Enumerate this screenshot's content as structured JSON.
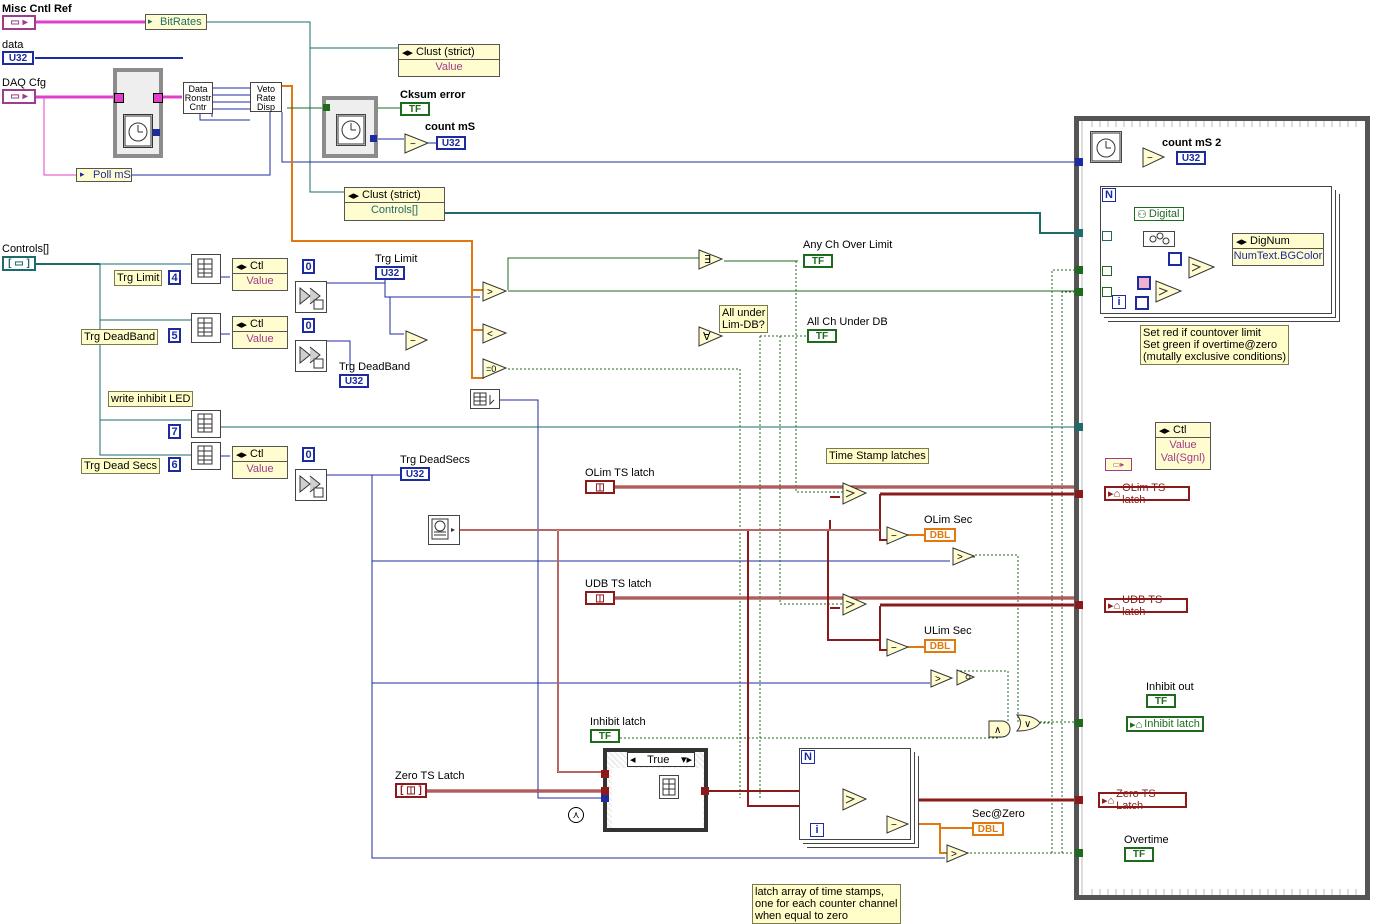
{
  "controls": {
    "misc_cntl_ref": "Misc Cntl Ref",
    "data": "data",
    "daq_cfg": "DAQ Cfg",
    "controls_arr": "Controls[]"
  },
  "types": {
    "u32": "U32",
    "tf": "TF",
    "dbl": "DBL"
  },
  "nodes": {
    "bitrates": "BitRates",
    "data_ronstr_cntr": "Data\nRonstr\nCntr",
    "veto_rate_disp": "Veto\nRate\nDisp",
    "poll_ms": "Poll mS",
    "clust_strict_1": "Clust (strict)",
    "clust_value": "Value",
    "clust_strict_2": "Clust (strict)",
    "clust_controls": "Controls[]",
    "cksum_error": "Cksum error",
    "count_ms": "count mS",
    "count_ms_2": "count mS 2",
    "ctl": "Ctl",
    "value": "Value",
    "val_sgnl": "Val(Sgnl)",
    "dignum": "DigNum",
    "numtext_bgcolor": "NumText.BGColor",
    "digital": "Digital",
    "true_case": "True"
  },
  "labels": {
    "trg_limit_cmt": "Trg Limit",
    "trg_deadband_cmt": "Trg DeadBand",
    "write_inhibit_cmt": "write inhibit LED",
    "trg_dead_secs_cmt": "Trg Dead Secs",
    "trg_limit": "Trg Limit",
    "trg_deadband": "Trg DeadBand",
    "trg_deadsecs": "Trg DeadSecs",
    "any_ch_over_limit": "Any Ch Over Limit",
    "all_under_cmt": "All under\nLim-DB?",
    "all_ch_under_db": "All Ch Under DB",
    "time_stamp_latches": "Time Stamp latches",
    "olim_ts_latch": "OLim TS latch",
    "olim_sec": "OLim Sec",
    "udb_ts_latch": "UDB TS latch",
    "ulim_sec": "ULim Sec",
    "inhibit_latch": "Inhibit latch",
    "zero_ts_latch": "Zero TS Latch",
    "sec_at_zero": "Sec@Zero",
    "inhibit_out": "Inhibit out",
    "overtime": "Overtime",
    "olim_ts_latch_ind": "OLim TS latch",
    "udb_ts_latch_ind": "UDB TS latch",
    "zero_ts_latch_ind": "Zero TS Latch",
    "inhibit_latch_ind": "Inhibit latch",
    "set_red_cmt": "Set red if countover limit\nSet green if overtime@zero\n(mutally exclusive conditions)",
    "latch_cmt": "latch array of time stamps,\none for each counter channel\nwhen equal to zero"
  },
  "consts": {
    "c4": "4",
    "c5": "5",
    "c7": "7",
    "c6": "6",
    "c0a": "0",
    "c0b": "0",
    "c0c": "0"
  },
  "loop_labels": {
    "n": "N",
    "i": "i"
  },
  "colors": {
    "u32_wire": "#1c2ba0",
    "bool_wire": "#1e6b1e",
    "ts_wire": "#8b1a1a",
    "dbl_wire": "#e07a10",
    "ref_wire": "#e040c8",
    "cluster_wire": "#a03c8c",
    "array_wire": "#1e6b6b"
  }
}
